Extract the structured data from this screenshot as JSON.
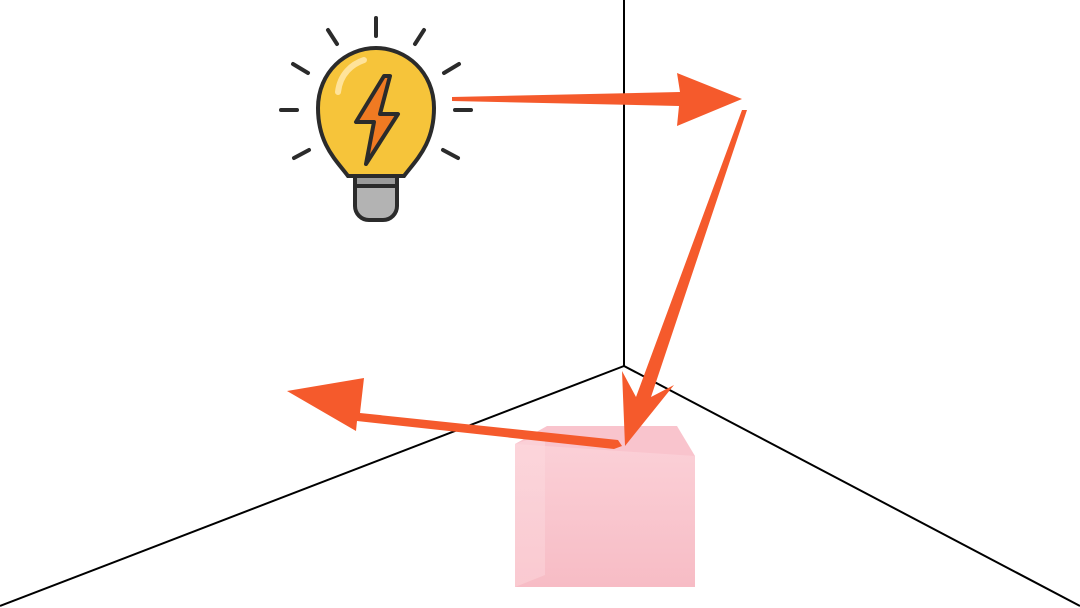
{
  "scene": {
    "background_color": "#ffffff",
    "line_color": "#000000",
    "light_source": {
      "icon": "lightbulb-icon",
      "bulb_color": "#f6c43a",
      "bolt_color": "#f07a22",
      "base_color": "#b3b3b3",
      "outline_color": "#2b2b2b"
    },
    "light_path": {
      "arrow_color": "#f55a2c",
      "segments": [
        {
          "from": "light-bulb",
          "to": "wall-corner"
        },
        {
          "from": "wall-corner",
          "to": "box-top"
        },
        {
          "from": "box-top",
          "to": "left-wall"
        }
      ]
    },
    "object": {
      "name": "box",
      "color_top": "#f9c6cf",
      "color_front": "#f7c0c8",
      "color_side": "#fad7dc"
    }
  }
}
